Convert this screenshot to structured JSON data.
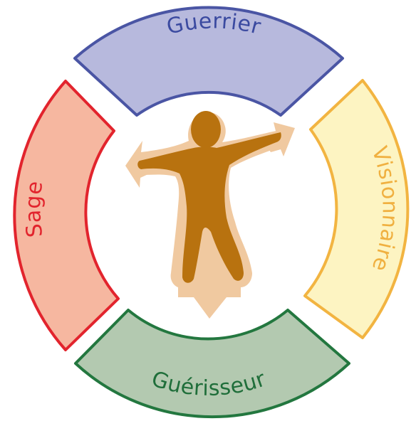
{
  "diagram": {
    "segments": [
      {
        "id": "top",
        "label": "Guerrier",
        "fill": "#b7b9dd",
        "stroke": "#4a55a4",
        "text_color": "#3b4aa0"
      },
      {
        "id": "right",
        "label": "Visionnaire",
        "fill": "#fdf4c2",
        "stroke": "#f2b441",
        "text_color": "#f0b040"
      },
      {
        "id": "bottom",
        "label": "Guérisseur",
        "fill": "#b3c9b0",
        "stroke": "#23773f",
        "text_color": "#1f6e3a"
      },
      {
        "id": "left",
        "label": "Sage",
        "fill": "#f6b7a0",
        "stroke": "#e2242d",
        "text_color": "#e2242d"
      }
    ],
    "center_figure": {
      "body_color": "#b8720f",
      "arrow_color": "#f0c9a0"
    }
  }
}
